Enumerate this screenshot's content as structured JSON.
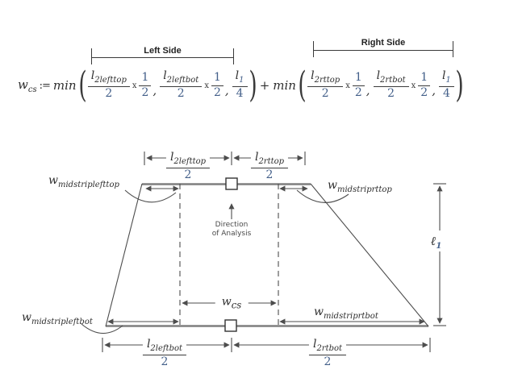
{
  "colors": {
    "ink": "#2f2f2f",
    "line": "#4d4d4d",
    "edge_gray": "#7f7f7f",
    "digit_blue": "#44608a"
  },
  "formula": {
    "left_bracket": "Left Side",
    "right_bracket": "Right Side",
    "lhs": {
      "base": "w",
      "sub": "cs"
    },
    "assign": ":=",
    "min_op": "min",
    "plus_op": "+",
    "times_op": "x",
    "comma": ",",
    "paren_open": "(",
    "paren_close": ")",
    "groups": [
      {
        "terms": [
          {
            "base": "l",
            "sub": "2lefttop",
            "den": "2",
            "half_num": "1",
            "half_den": "2"
          },
          {
            "base": "l",
            "sub": "2leftbot",
            "den": "2",
            "half_num": "1",
            "half_den": "2"
          },
          {
            "base": "l",
            "sub": "1",
            "den": "4"
          }
        ]
      },
      {
        "terms": [
          {
            "base": "l",
            "sub": "2rttop",
            "den": "2",
            "half_num": "1",
            "half_den": "2"
          },
          {
            "base": "l",
            "sub": "2rtbot",
            "den": "2",
            "half_num": "1",
            "half_den": "2"
          },
          {
            "base": "l",
            "sub": "1",
            "den": "4"
          }
        ]
      }
    ]
  },
  "diagram": {
    "dims": {
      "top_left": {
        "base": "l",
        "sub": "2lefttop",
        "den": "2"
      },
      "top_right": {
        "base": "l",
        "sub": "2rttop",
        "den": "2"
      },
      "bot_left": {
        "base": "l",
        "sub": "2leftbot",
        "den": "2"
      },
      "bot_right": {
        "base": "l",
        "sub": "2rtbot",
        "den": "2"
      }
    },
    "span": {
      "base": "ℓ",
      "sub": "1"
    },
    "wcs": {
      "base": "w",
      "sub": "cs"
    },
    "strips": {
      "left_top": {
        "base": "w",
        "sub": "midstriplefttop"
      },
      "right_top": {
        "base": "w",
        "sub": "midstriprttop"
      },
      "left_bot": {
        "base": "w",
        "sub": "midstripleftbot"
      },
      "right_bot": {
        "base": "w",
        "sub": "midstriprtbot"
      }
    },
    "direction": {
      "line1": "Direction",
      "line2": "of Analysis"
    }
  }
}
